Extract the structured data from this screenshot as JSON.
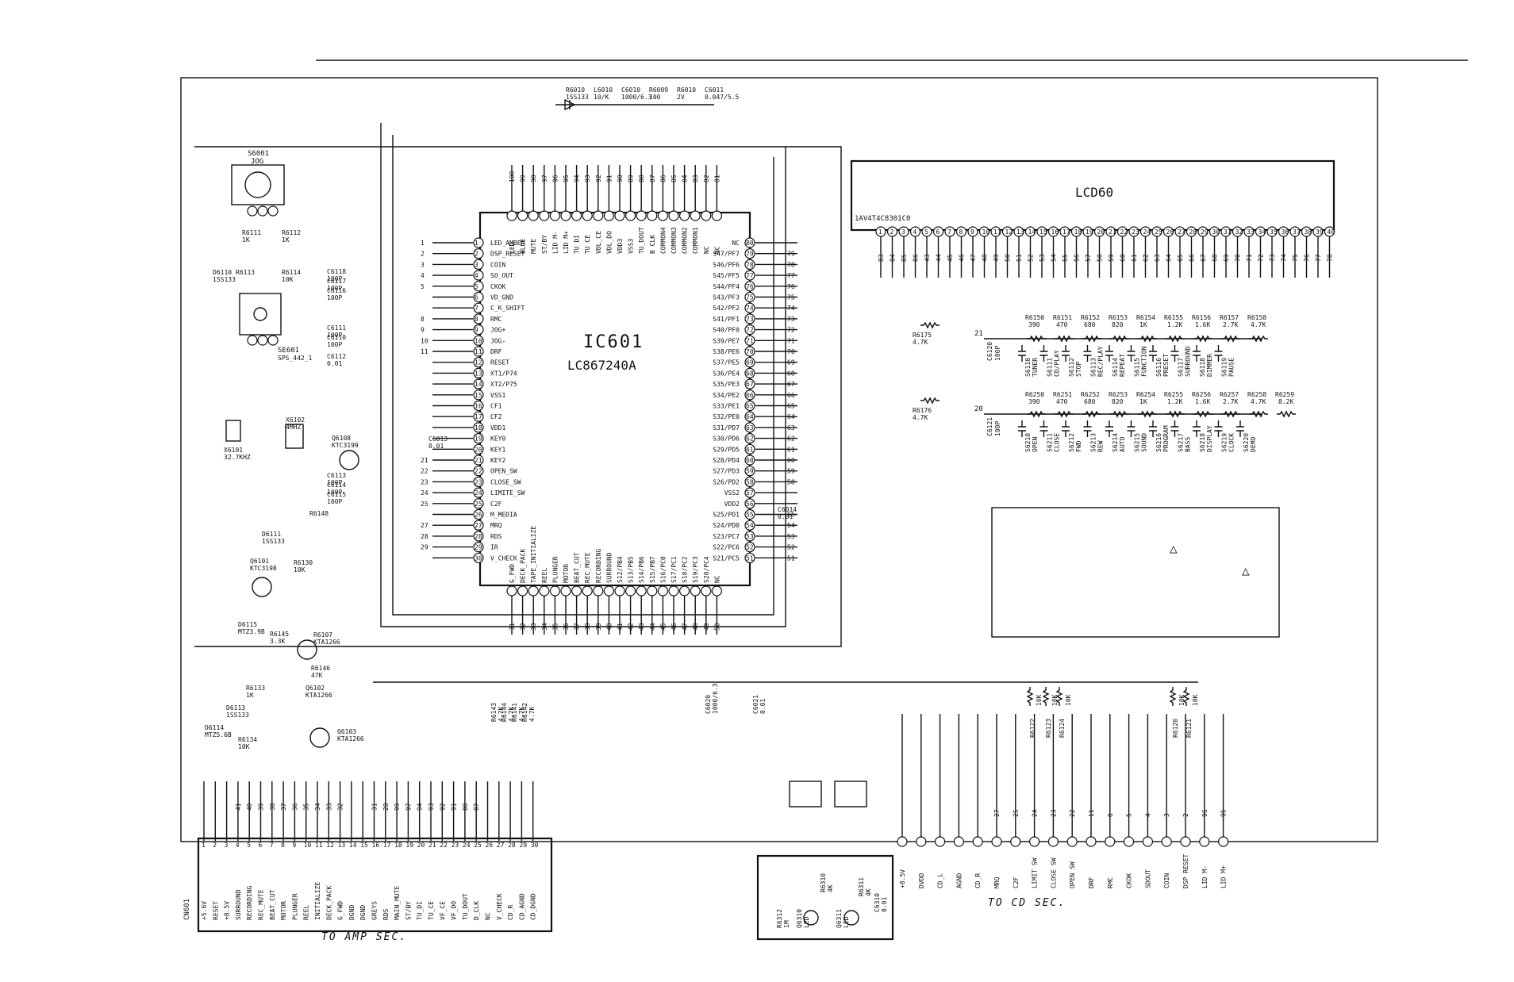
{
  "ic": {
    "name": "IC601",
    "part": "LC867240A",
    "left_pins": [
      {
        "n": "1",
        "label": "LED_AMBER",
        "net": "1"
      },
      {
        "n": "2",
        "label": "DSP_RESET",
        "net": "2"
      },
      {
        "n": "3",
        "label": "COIN",
        "net": "3"
      },
      {
        "n": "4",
        "label": "SO_OUT",
        "net": "4"
      },
      {
        "n": "5",
        "label": "CKOK",
        "net": "5"
      },
      {
        "n": "6",
        "label": "VD_GND",
        "net": ""
      },
      {
        "n": "7",
        "label": "C_K_SHIFT",
        "net": ""
      },
      {
        "n": "8",
        "label": "RMC",
        "net": "8"
      },
      {
        "n": "9",
        "label": "JOG+",
        "net": "9"
      },
      {
        "n": "10",
        "label": "JOG-",
        "net": "10"
      },
      {
        "n": "11",
        "label": "DRF",
        "net": "11"
      },
      {
        "n": "12",
        "label": "RESET",
        "net": ""
      },
      {
        "n": "13",
        "label": "XT1/P74",
        "net": ""
      },
      {
        "n": "14",
        "label": "XT2/P75",
        "net": ""
      },
      {
        "n": "15",
        "label": "VSS1",
        "net": ""
      },
      {
        "n": "16",
        "label": "CF1",
        "net": ""
      },
      {
        "n": "17",
        "label": "CF2",
        "net": ""
      },
      {
        "n": "18",
        "label": "VDD1",
        "net": ""
      },
      {
        "n": "19",
        "label": "KEY0",
        "net": ""
      },
      {
        "n": "20",
        "label": "KEY1",
        "net": ""
      },
      {
        "n": "21",
        "label": "KEY2",
        "net": "21"
      },
      {
        "n": "22",
        "label": "OPEN_SW",
        "net": "22"
      },
      {
        "n": "23",
        "label": "CLOSE_SW",
        "net": "23"
      },
      {
        "n": "24",
        "label": "LIMITE_SW",
        "net": "24"
      },
      {
        "n": "25",
        "label": "C2F",
        "net": "25"
      },
      {
        "n": "26",
        "label": "M_MEDIA",
        "net": ""
      },
      {
        "n": "27",
        "label": "MRQ",
        "net": "27"
      },
      {
        "n": "28",
        "label": "RDS",
        "net": "28"
      },
      {
        "n": "29",
        "label": "IR",
        "net": "29"
      },
      {
        "n": "30",
        "label": "V_CHECK",
        "net": ""
      }
    ],
    "right_pins": [
      {
        "n": "80",
        "label": "NC",
        "net": ""
      },
      {
        "n": "79",
        "label": "S47/PF7",
        "net": "79"
      },
      {
        "n": "78",
        "label": "S46/PF6",
        "net": "78"
      },
      {
        "n": "77",
        "label": "S45/PF5",
        "net": "77"
      },
      {
        "n": "76",
        "label": "S44/PF4",
        "net": "76"
      },
      {
        "n": "75",
        "label": "S43/PF3",
        "net": "75"
      },
      {
        "n": "74",
        "label": "S42/PF2",
        "net": "74"
      },
      {
        "n": "73",
        "label": "S41/PF1",
        "net": "73"
      },
      {
        "n": "72",
        "label": "S40/PF0",
        "net": "72"
      },
      {
        "n": "71",
        "label": "S39/PE7",
        "net": "71"
      },
      {
        "n": "70",
        "label": "S38/PE6",
        "net": "70"
      },
      {
        "n": "69",
        "label": "S37/PE5",
        "net": "69"
      },
      {
        "n": "68",
        "label": "S36/PE4",
        "net": "68"
      },
      {
        "n": "67",
        "label": "S35/PE3",
        "net": "67"
      },
      {
        "n": "66",
        "label": "S34/PE2",
        "net": "66"
      },
      {
        "n": "65",
        "label": "S33/PE1",
        "net": "65"
      },
      {
        "n": "64",
        "label": "S32/PE0",
        "net": "64"
      },
      {
        "n": "63",
        "label": "S31/PD7",
        "net": "63"
      },
      {
        "n": "62",
        "label": "S30/PD6",
        "net": "62"
      },
      {
        "n": "61",
        "label": "S29/PD5",
        "net": "61"
      },
      {
        "n": "60",
        "label": "S28/PD4",
        "net": "60"
      },
      {
        "n": "59",
        "label": "S27/PD3",
        "net": "59"
      },
      {
        "n": "58",
        "label": "S26/PD2",
        "net": "58"
      },
      {
        "n": "57",
        "label": "VSS2",
        "net": ""
      },
      {
        "n": "56",
        "label": "VDD2",
        "net": ""
      },
      {
        "n": "55",
        "label": "S25/PD1",
        "net": "55"
      },
      {
        "n": "54",
        "label": "S24/PD0",
        "net": "54"
      },
      {
        "n": "53",
        "label": "S23/PC7",
        "net": "53"
      },
      {
        "n": "52",
        "label": "S22/PC6",
        "net": "52"
      },
      {
        "n": "51",
        "label": "S21/PC5",
        "net": "51"
      }
    ],
    "top_pins": [
      {
        "n": "100",
        "label": "LED"
      },
      {
        "n": "99",
        "label": "BLUE"
      },
      {
        "n": "98",
        "label": "MUTE"
      },
      {
        "n": "97",
        "label": "ST/BY"
      },
      {
        "n": "96",
        "label": "LID M-"
      },
      {
        "n": "95",
        "label": "LID M+"
      },
      {
        "n": "94",
        "label": "TU DI"
      },
      {
        "n": "93",
        "label": "TU CE"
      },
      {
        "n": "92",
        "label": "VDL_CE"
      },
      {
        "n": "91",
        "label": "VDL_DO"
      },
      {
        "n": "90",
        "label": "VDD3"
      },
      {
        "n": "89",
        "label": "VSS3"
      },
      {
        "n": "88",
        "label": "TU_DOUT"
      },
      {
        "n": "87",
        "label": "B CLK"
      },
      {
        "n": "86",
        "label": "COMMON4"
      },
      {
        "n": "85",
        "label": "COMMON3"
      },
      {
        "n": "84",
        "label": "COMMON2"
      },
      {
        "n": "83",
        "label": "COMMON1"
      },
      {
        "n": "82",
        "label": "NC"
      },
      {
        "n": "81",
        "label": "NC"
      }
    ],
    "bottom_pins": [
      {
        "n": "31",
        "label": "G_FWD"
      },
      {
        "n": "32",
        "label": "DECK_PACK"
      },
      {
        "n": "33",
        "label": "TAPE_INITIALIZE"
      },
      {
        "n": "34",
        "label": "REEL"
      },
      {
        "n": "35",
        "label": "PLUNGER"
      },
      {
        "n": "36",
        "label": "MOTOR"
      },
      {
        "n": "37",
        "label": "BEAT_CUT"
      },
      {
        "n": "38",
        "label": "REC_MUTE"
      },
      {
        "n": "39",
        "label": "RECORDING"
      },
      {
        "n": "40",
        "label": "SURROUND"
      },
      {
        "n": "41",
        "label": "S12/PB4"
      },
      {
        "n": "42",
        "label": "S13/PB5"
      },
      {
        "n": "43",
        "label": "S14/PB6"
      },
      {
        "n": "44",
        "label": "S15/PB7"
      },
      {
        "n": "45",
        "label": "S16/PC0"
      },
      {
        "n": "46",
        "label": "S17/PC1"
      },
      {
        "n": "47",
        "label": "S18/PC2"
      },
      {
        "n": "48",
        "label": "S19/PC3"
      },
      {
        "n": "49",
        "label": "S20/PC4"
      },
      {
        "n": "50",
        "label": "NC"
      }
    ]
  },
  "top_parts": [
    {
      "ref": "R6010",
      "val": "1SS133"
    },
    {
      "ref": "L6010",
      "val": "10/K"
    },
    {
      "ref": "C6010",
      "val": "1000/6.3"
    },
    {
      "ref": "R6009",
      "val": "100"
    },
    {
      "ref": "R6010",
      "val": "2V"
    },
    {
      "ref": "C6011",
      "val": "0.047/5.5"
    }
  ],
  "lcd": {
    "name": "LCD60",
    "part": "1AV4T4C8301C0",
    "pin_count": 40,
    "nets": [
      "83",
      "84",
      "85",
      "86",
      "43",
      "44",
      "45",
      "46",
      "47",
      "48",
      "49",
      "50",
      "51",
      "52",
      "53",
      "54",
      "55",
      "56",
      "57",
      "58",
      "59",
      "60",
      "61",
      "62",
      "63",
      "64",
      "65",
      "66",
      "67",
      "68",
      "69",
      "70",
      "71",
      "72",
      "73",
      "74",
      "75",
      "76",
      "77",
      "78"
    ]
  },
  "jog": {
    "ref": "S6001",
    "label": "JOG"
  },
  "encoder": {
    "ref": "SE601",
    "part": "SPS_442_1"
  },
  "left_parts": [
    {
      "ref": "R6111",
      "val": "1K"
    },
    {
      "ref": "R6112",
      "val": "1K"
    },
    {
      "ref": "R6113",
      "val": ""
    },
    {
      "ref": "R6114",
      "val": "10K"
    },
    {
      "ref": "D6110",
      "val": "1SS133"
    },
    {
      "ref": "C6118",
      "val": "100P"
    },
    {
      "ref": "C6117",
      "val": "100P"
    },
    {
      "ref": "C6116",
      "val": "100P"
    },
    {
      "ref": "C6111",
      "val": "100P"
    },
    {
      "ref": "C6110",
      "val": "100P"
    },
    {
      "ref": "C6112",
      "val": "0.01"
    },
    {
      "ref": "X6101",
      "val": "32.7KHZ"
    },
    {
      "ref": "X6102",
      "val": "4MHZ"
    },
    {
      "ref": "Q6108",
      "val": "KTC3199"
    },
    {
      "ref": "C6013",
      "val": "0.01"
    },
    {
      "ref": "C6113",
      "val": "100P"
    },
    {
      "ref": "C6114",
      "val": "100P"
    },
    {
      "ref": "C6115",
      "val": "100P"
    },
    {
      "ref": "R6148",
      "val": ""
    },
    {
      "ref": "C6014",
      "val": "0.01"
    }
  ],
  "reset_circuit": [
    {
      "ref": "D6111",
      "val": "1SS133"
    },
    {
      "ref": "Q6101",
      "val": "KTC3198"
    },
    {
      "ref": "R6130",
      "val": "10K"
    },
    {
      "ref": "D6115",
      "val": "MTZ3.9B"
    },
    {
      "ref": "R6145",
      "val": "3.3K"
    },
    {
      "ref": "R6107",
      "val": "KTA1266"
    },
    {
      "ref": "R6146",
      "val": "47K"
    },
    {
      "ref": "R6133",
      "val": "1K"
    },
    {
      "ref": "Q6102",
      "val": "KTA1266"
    },
    {
      "ref": "D6113",
      "val": "1SS133"
    },
    {
      "ref": "D6114",
      "val": "MTZ5.6B"
    },
    {
      "ref": "R6134",
      "val": "10K"
    },
    {
      "ref": "Q6103",
      "val": "KTA1266"
    }
  ],
  "key_row1": {
    "net": "21",
    "series_r": {
      "ref": "R6175",
      "val": "4.7K"
    },
    "cap": {
      "ref": "C6120",
      "val": "100P"
    },
    "resistors": [
      {
        "ref": "R6150",
        "val": "390"
      },
      {
        "ref": "R6151",
        "val": "470"
      },
      {
        "ref": "R6152",
        "val": "680"
      },
      {
        "ref": "R6153",
        "val": "820"
      },
      {
        "ref": "R6154",
        "val": "1K"
      },
      {
        "ref": "R6155",
        "val": "1.2K"
      },
      {
        "ref": "R6156",
        "val": "1.6K"
      },
      {
        "ref": "R6157",
        "val": "2.7K"
      },
      {
        "ref": "R6158",
        "val": "4.7K"
      }
    ],
    "switches": [
      {
        "ref": "S6110",
        "val": "TUNER"
      },
      {
        "ref": "S6111",
        "val": "CD/PLAY"
      },
      {
        "ref": "S6112",
        "val": "STOP"
      },
      {
        "ref": "S6113",
        "val": "REC/PLAY"
      },
      {
        "ref": "S6114",
        "val": "REPEAT"
      },
      {
        "ref": "S6115",
        "val": "FUNCTION"
      },
      {
        "ref": "S6116",
        "val": "PRESET"
      },
      {
        "ref": "S6117",
        "val": "SURROUND"
      },
      {
        "ref": "S6118",
        "val": "DIMMER"
      },
      {
        "ref": "S6119",
        "val": "PAUSE"
      }
    ]
  },
  "key_row2": {
    "net": "20",
    "series_r": {
      "ref": "R6176",
      "val": "4.7K"
    },
    "cap": {
      "ref": "C6121",
      "val": "100P"
    },
    "resistors": [
      {
        "ref": "R6250",
        "val": "390"
      },
      {
        "ref": "R6251",
        "val": "470"
      },
      {
        "ref": "R6252",
        "val": "680"
      },
      {
        "ref": "R6253",
        "val": "820"
      },
      {
        "ref": "R6254",
        "val": "1K"
      },
      {
        "ref": "R6255",
        "val": "1.2K"
      },
      {
        "ref": "R6256",
        "val": "1.6K"
      },
      {
        "ref": "R6257",
        "val": "2.7K"
      },
      {
        "ref": "R6258",
        "val": "4.7K"
      },
      {
        "ref": "R6259",
        "val": "8.2K"
      }
    ],
    "switches": [
      {
        "ref": "S6210",
        "val": "OPEN"
      },
      {
        "ref": "S6211",
        "val": "CLOSE"
      },
      {
        "ref": "S6212",
        "val": "FWD"
      },
      {
        "ref": "S6213",
        "val": "REW"
      },
      {
        "ref": "S6214",
        "val": "AUTO"
      },
      {
        "ref": "S6215",
        "val": "SOUND"
      },
      {
        "ref": "S6216",
        "val": "PROGRAM"
      },
      {
        "ref": "S6217",
        "val": "BASS"
      },
      {
        "ref": "S6218",
        "val": "DISPLAY"
      },
      {
        "ref": "S6219",
        "val": "CLOCK"
      },
      {
        "ref": "S6220",
        "val": "DEMO"
      }
    ]
  },
  "warning_box": {
    "mark1": "△",
    "mark2": "△"
  },
  "mid_parts": [
    {
      "ref": "C6020",
      "val": "1000/6.3"
    },
    {
      "ref": "C6021",
      "val": "0.01"
    },
    {
      "ref": "R6143",
      "val": "4.7K"
    },
    {
      "ref": "R6144",
      "val": "4.7K"
    },
    {
      "ref": "R6141",
      "val": "4.7K"
    },
    {
      "ref": "R6142",
      "val": "4.7K"
    }
  ],
  "cd_pullups": [
    {
      "ref": "R6122",
      "val": "10K"
    },
    {
      "ref": "R6123",
      "val": "10K"
    },
    {
      "ref": "R6124",
      "val": "10K"
    },
    {
      "ref": "R6120",
      "val": "10K"
    },
    {
      "ref": "R6121",
      "val": "10K"
    }
  ],
  "cn601": {
    "ref": "CN601",
    "pins": [
      "+5.6V",
      "RESET",
      "+8.5V",
      "SURROUND",
      "RECORDING",
      "REC_MUTE",
      "BEAT_CUT",
      "MOTOR",
      "PLUNGER",
      "REEL",
      "INITIALIZE",
      "DECK_PACK",
      "G_FWD",
      "DGND",
      "DGND",
      "GREYS",
      "RDS",
      "MAIN_MUTE",
      "ST/BY",
      "TU_DI",
      "TU_CE",
      "VF_CE",
      "VF_DO",
      "TU_DOUT",
      "D_CLK",
      "NC",
      "V_CHECK",
      "CD_R",
      "CD_AGND",
      "CD_DGND"
    ],
    "nets": [
      "",
      "",
      "",
      "41",
      "40",
      "39",
      "38",
      "37",
      "36",
      "35",
      "34",
      "33",
      "32",
      "",
      "",
      "31",
      "28",
      "99",
      "97",
      "94",
      "93",
      "92",
      "91",
      "88",
      "87",
      "",
      "",
      "",
      "",
      ""
    ],
    "note": "TO AMP SEC."
  },
  "cd_connector": {
    "labels": [
      "+8.5V",
      "DVDD",
      "CD_L",
      "AGND",
      "CD_R",
      "MRQ",
      "C2F",
      "LIMIT SW",
      "CLOSE SW",
      "OPEN SW",
      "DRF",
      "RMC",
      "CKOK",
      "SDOUT",
      "COIN",
      "DSP RESET",
      "LID M-",
      "LID M+"
    ],
    "nets": [
      "",
      "",
      "",
      "",
      "",
      "27",
      "25",
      "24",
      "23",
      "22",
      "11",
      "8",
      "5",
      "4",
      "3",
      "2",
      "96",
      "95"
    ],
    "note": "TO CD SEC."
  },
  "sensor_block": [
    {
      "ref": "R6312",
      "val": "1M"
    },
    {
      "ref": "Q6310",
      "val": "LED"
    },
    {
      "ref": "R6310",
      "val": "4K"
    },
    {
      "ref": "Q6311",
      "val": "LED"
    },
    {
      "ref": "R6311",
      "val": "4K"
    },
    {
      "ref": "C6310",
      "val": "0.01"
    }
  ]
}
